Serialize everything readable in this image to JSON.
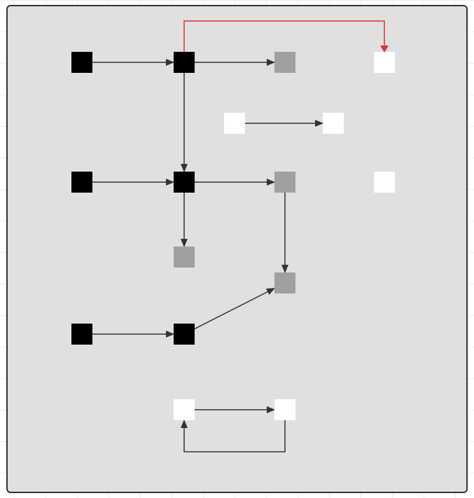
{
  "colors": {
    "black": "#000000",
    "gray": "#a0a0a0",
    "white": "#ffffff",
    "edge": "#333333",
    "highlight_edge": "#dd3333",
    "canvas": "#e0e0e0"
  },
  "nodes": [
    {
      "id": "a1",
      "color": "black"
    },
    {
      "id": "a2",
      "color": "black"
    },
    {
      "id": "a3",
      "color": "gray"
    },
    {
      "id": "a4",
      "color": "white"
    },
    {
      "id": "b1",
      "color": "white"
    },
    {
      "id": "b2",
      "color": "white"
    },
    {
      "id": "c1",
      "color": "black"
    },
    {
      "id": "c2",
      "color": "black"
    },
    {
      "id": "c3",
      "color": "gray"
    },
    {
      "id": "c4",
      "color": "white"
    },
    {
      "id": "d1",
      "color": "gray"
    },
    {
      "id": "e1",
      "color": "gray"
    },
    {
      "id": "f1",
      "color": "black"
    },
    {
      "id": "f2",
      "color": "black"
    },
    {
      "id": "g1",
      "color": "white"
    },
    {
      "id": "g2",
      "color": "white"
    }
  ],
  "edges": [
    {
      "from": "a1",
      "to": "a2"
    },
    {
      "from": "a2",
      "to": "a3"
    },
    {
      "from": "a2",
      "to": "a4",
      "highlight": true
    },
    {
      "from": "a2",
      "to": "c2"
    },
    {
      "from": "b1",
      "to": "b2"
    },
    {
      "from": "c1",
      "to": "c2"
    },
    {
      "from": "c2",
      "to": "c3"
    },
    {
      "from": "c2",
      "to": "d1"
    },
    {
      "from": "c3",
      "to": "e1"
    },
    {
      "from": "f1",
      "to": "f2"
    },
    {
      "from": "f2",
      "to": "e1"
    },
    {
      "from": "g1",
      "to": "g2"
    },
    {
      "from": "g2",
      "to": "g1",
      "loop": true
    }
  ]
}
